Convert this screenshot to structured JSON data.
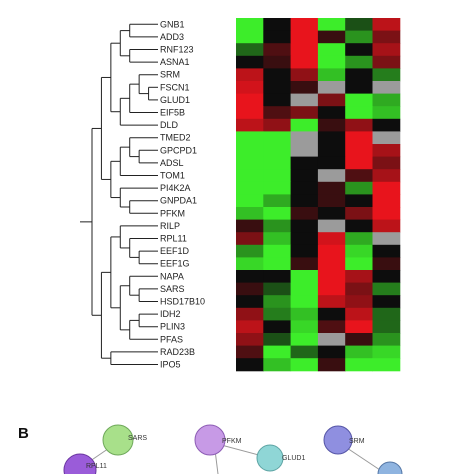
{
  "figure": {
    "panel_b_label": "B",
    "genes": [
      "GNB1",
      "ADD3",
      "RNF123",
      "ASNA1",
      "SRM",
      "FSCN1",
      "GLUD1",
      "EIF5B",
      "DLD",
      "TMED2",
      "GPCPD1",
      "ADSL",
      "TOM1",
      "PI4K2A",
      "GNPDA1",
      "PFKM",
      "RILP",
      "RPL11",
      "EEF1D",
      "EEF1G",
      "NAPA",
      "SARS",
      "HSD17B10",
      "IDH2",
      "PLIN3",
      "PFAS",
      "RAD23B",
      "IPO5"
    ],
    "colors": {
      "red": "#e8141c",
      "green": "#3ded2a",
      "grey": "#9b9b9b",
      "black": "#0d0d0d"
    }
  },
  "chart_data": {
    "type": "heatmap",
    "rows": [
      "GNB1",
      "ADD3",
      "RNF123",
      "ASNA1",
      "SRM",
      "FSCN1",
      "GLUD1",
      "EIF5B",
      "DLD",
      "TMED2",
      "GPCPD1",
      "ADSL",
      "TOM1",
      "PI4K2A",
      "GNPDA1",
      "PFKM",
      "RILP",
      "RPL11",
      "EEF1D",
      "EEF1G",
      "NAPA",
      "SARS",
      "HSD17B10",
      "IDH2",
      "PLIN3",
      "PFAS",
      "RAD23B",
      "IPO5"
    ],
    "columns": 6,
    "values": [
      [
        -1,
        0,
        1,
        -1,
        -0.3,
        0.8
      ],
      [
        -1,
        0,
        1,
        0.2,
        -0.6,
        0.5
      ],
      [
        -0.4,
        0.3,
        1,
        -1,
        0,
        0.7
      ],
      [
        0,
        0.2,
        1,
        -1,
        -0.6,
        0.5
      ],
      [
        0.8,
        0,
        0.6,
        -0.8,
        0,
        -0.5
      ],
      [
        0.9,
        0,
        0.2,
        "na",
        0,
        "na"
      ],
      [
        1,
        0,
        "na",
        0.5,
        -1,
        -0.7
      ],
      [
        1,
        0.3,
        0.5,
        0,
        -1,
        -0.8
      ],
      [
        0.8,
        0.6,
        -1,
        0.2,
        0.6,
        0
      ],
      [
        -1,
        -1,
        "na",
        0,
        1,
        "na"
      ],
      [
        -1,
        -1,
        "na",
        0,
        1,
        0.7
      ],
      [
        -1,
        -1,
        0,
        0,
        1,
        0.5
      ],
      [
        -1,
        -1,
        0,
        "na",
        0.3,
        0.7
      ],
      [
        -1,
        -1,
        0,
        0.2,
        -0.6,
        1
      ],
      [
        -1,
        -0.7,
        0,
        0.2,
        0,
        1
      ],
      [
        -0.8,
        -1,
        0.2,
        0,
        0.5,
        1
      ],
      [
        0.2,
        -0.6,
        0,
        "na",
        0,
        0.8
      ],
      [
        0.5,
        -0.8,
        0,
        0.9,
        -0.7,
        "na"
      ],
      [
        -0.6,
        -1,
        0,
        1,
        -0.9,
        0
      ],
      [
        -0.9,
        -1,
        0.2,
        1,
        -1,
        0.2
      ],
      [
        0,
        0,
        -1,
        1,
        0.7,
        0
      ],
      [
        0.2,
        -0.3,
        -1,
        1,
        0.5,
        -0.5
      ],
      [
        0,
        -0.6,
        -1,
        0.8,
        0.6,
        0
      ],
      [
        0.6,
        -0.5,
        -0.8,
        0,
        0.8,
        -0.4
      ],
      [
        0.8,
        0,
        -0.9,
        0.3,
        1,
        -0.4
      ],
      [
        0.6,
        -0.3,
        -1,
        "na",
        0.2,
        -0.6
      ],
      [
        0.3,
        -1,
        -0.4,
        0,
        -0.8,
        -0.9
      ],
      [
        0,
        -0.8,
        -1,
        0.2,
        -1,
        -1
      ]
    ]
  },
  "network": {
    "nodes": [
      {
        "label": "SARS",
        "color": "#a8e08a"
      },
      {
        "label": "PFKM",
        "color": "#c79ae6"
      },
      {
        "label": "GLUD1",
        "color": "#8fd6d6"
      },
      {
        "label": "SRM",
        "color": "#8f8fe0"
      },
      {
        "label": "RPL11",
        "color": "#9a5cd9"
      }
    ]
  }
}
